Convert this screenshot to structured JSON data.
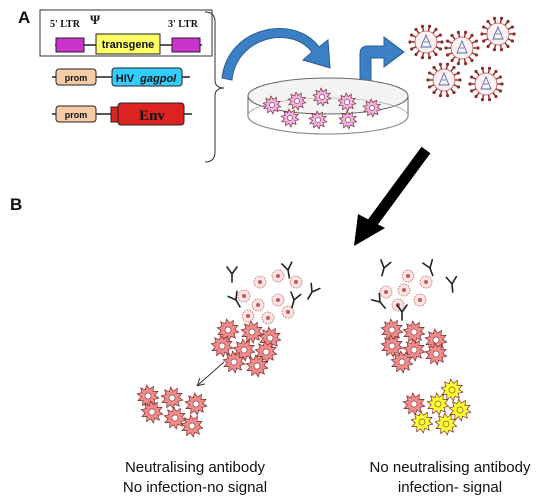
{
  "panels": {
    "a": "A",
    "b": "B"
  },
  "vector": {
    "ltr5": "5' LTR",
    "psi": "Ψ",
    "ltr3": "3' LTR",
    "transgene": "transgene"
  },
  "packaging": {
    "prom1": "prom",
    "hiv_prefix": "HIV",
    "hiv_gene": "gagpol",
    "prom2": "prom",
    "env": "Env"
  },
  "captions": {
    "left_line1": "Neutralising antibody",
    "left_line2": "No infection-no signal",
    "right_line1": "No neutralising antibody",
    "right_line2": "infection- signal"
  },
  "colors": {
    "ltr": "#cc33cc",
    "transgene": "#ffff66",
    "prom": "#f8cba6",
    "hiv": "#33ccff",
    "env": "#dd2222",
    "cell": "#f28c8c",
    "infected_cell": "#ffff33",
    "arrow_blue": "#3b7fc4",
    "virion_spike": "#8b2a2a"
  }
}
